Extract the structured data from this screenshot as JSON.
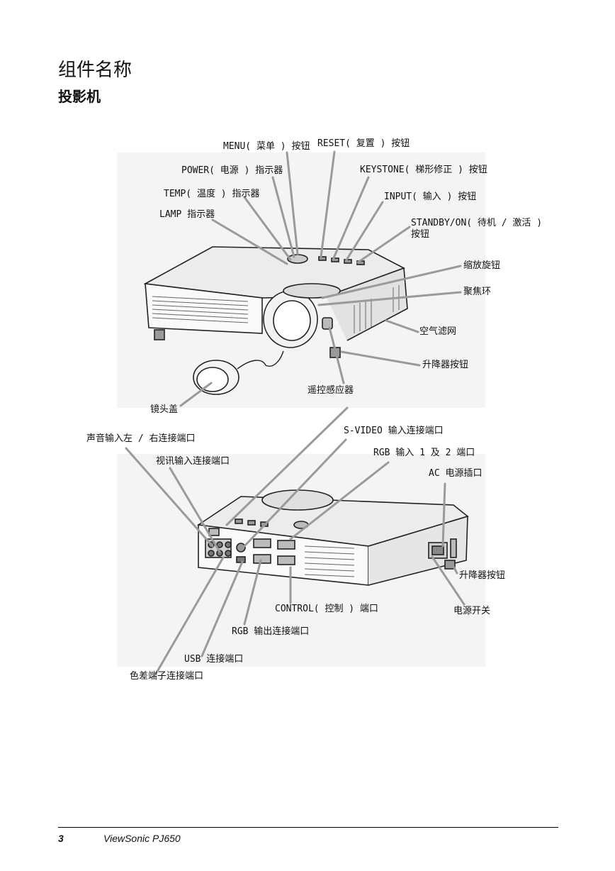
{
  "page": {
    "title": "组件名称",
    "subtitle": "投影机"
  },
  "labels": {
    "menu": "MENU( 菜单 ) 按钮",
    "reset": "RESET( 复置 ) 按钮",
    "power": "POWER( 电源 ) 指示器",
    "keystone": "KEYSTONE( 梯形修正 ) 按钮",
    "temp": "TEMP( 温度 ) 指示器",
    "input": "INPUT( 输入 ) 按钮",
    "lamp": "LAMP 指示器",
    "standby_1": "STANDBY/ON( 待机 / 激活 )",
    "standby_2": "按钮",
    "zoom": "缩放旋钮",
    "focus": "聚焦环",
    "air_filter": "空气滤网",
    "elevator_front": "升降器按钮",
    "remote_sensor": "遥控感应器",
    "lens_cap": "镜头盖",
    "audio_in": "声音输入左 / 右连接端口",
    "svideo": "S-VIDEO 输入连接端口",
    "video_in": "视讯输入连接端口",
    "rgb_in": "RGB 输入 1 及 2 端口",
    "ac_inlet": "AC 电源插口",
    "elevator_rear": "升降器按钮",
    "control": "CONTROL( 控制 ) 端口",
    "power_switch": "电源开关",
    "rgb_out": "RGB 输出连接端口",
    "usb": "USB 连接端口",
    "component": "色差端子连接端口"
  },
  "footer": {
    "page_number": "3",
    "product": "ViewSonic  PJ650"
  }
}
